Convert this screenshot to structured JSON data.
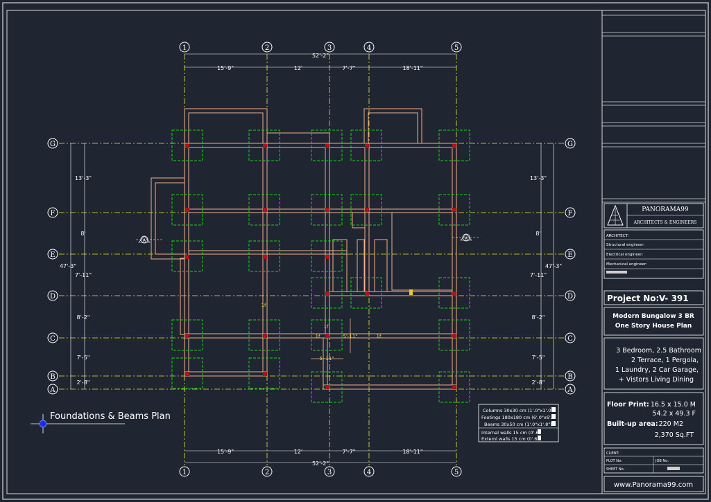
{
  "drawing": {
    "plan_title": "Foundations & Beams Plan",
    "grid_columns": [
      "1",
      "2",
      "3",
      "4",
      "5"
    ],
    "grid_rows": [
      "G",
      "F",
      "E",
      "D",
      "C",
      "B",
      "A"
    ],
    "top_dims": [
      "15'-9\"",
      "12'",
      "7'-7\"",
      "18'-11\""
    ],
    "bottom_dims": [
      "15'-9\"",
      "12'",
      "7'-7\"",
      "18'-11\""
    ],
    "overall_width": "52'-2\"",
    "left_dims": [
      "13'-3\"",
      "8'",
      "7'-11\"",
      "8'-2\"",
      "7'-5\"",
      "2'-8\""
    ],
    "right_dims": [
      "13'-3\"",
      "8'",
      "7'-11\"",
      "8'-2\"",
      "7'-5\"",
      "2'-8\""
    ],
    "overall_height": "47'-3\"",
    "section_mark": "A",
    "inner_dims": [
      "5'-11\"",
      "5'-11\""
    ],
    "beam_marks": [
      "1f",
      "1f",
      "1f",
      "1f"
    ]
  },
  "legend": {
    "columns": "Columns 30x30 cm (1'.0\"x1'.0",
    "footings": "Footings 180x180 cm (6'.0\"x6'.0",
    "beams": "Beams  30x50 cm (1'.0\"x1'.8\")",
    "internal_walls": "Internal walls  15 cm (0'.6",
    "external_walls": "Externl walls  15 cm (0'.6"
  },
  "title_block": {
    "firm_name": "PANORAMA99",
    "firm_subtitle": "ARCHITECTS & ENGINEERS",
    "architect_label": "ARCHITECT:",
    "structural_label": "Structural engineer:",
    "electrical_label": "Electrical engineer:",
    "mechanical_label": "Mechanical engineer:",
    "project_no_label": "Project No:",
    "project_no": "V- 391",
    "project_title_1": "Modern Bungalow 3 BR",
    "project_title_2": "One Story House Plan",
    "features": [
      "3 Bedroom, 2.5 Bathroom",
      "2 Terrace, 1 Pergola,",
      "1 Laundry, 2 Car Garage,",
      "+ Vistors Living Dining"
    ],
    "floor_print_label": "Floor Print:",
    "floor_print_m": "16.5 x 15.0 M",
    "floor_print_f": "54.2 x 49.3 F",
    "built_up_label": "Built-up area:",
    "built_up_m2": "220 M2",
    "built_up_ft": "2,370 Sq.FT",
    "client_label": "CLIENT:",
    "plot_label": "PLOT No:",
    "job_label": "JOB No:",
    "sheet_label": "SHEET No:",
    "website": "www.Panorama99.com"
  },
  "colors": {
    "background": "#1f2631",
    "wall": "#f3b08a",
    "footing": "#18d018",
    "column": "#b01515",
    "grid_line": "#e8e83a",
    "frame": "#d8d8d8"
  }
}
